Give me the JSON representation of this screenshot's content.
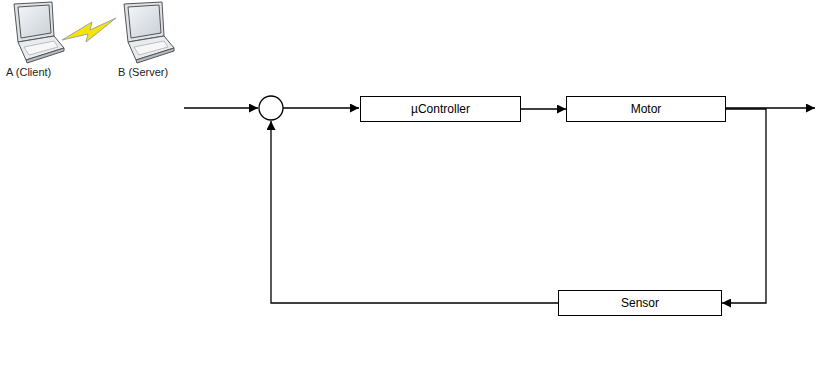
{
  "diagram": {
    "nodes": [
      {
        "text": [
          "µController"
        ]
      },
      {
        "text": [
          "Motor"
        ]
      },
      {
        "text": [
          "Sensor"
        ]
      }
    ],
    "edges": [
      {
        "from": 0,
        "to": 1,
        "arrow": "to"
      },
      {
        "from": 1,
        "to": 2,
        "arrow": "to"
      }
    ],
    "labels": [
      "A (Client)",
      "B (Server)"
    ]
  }
}
